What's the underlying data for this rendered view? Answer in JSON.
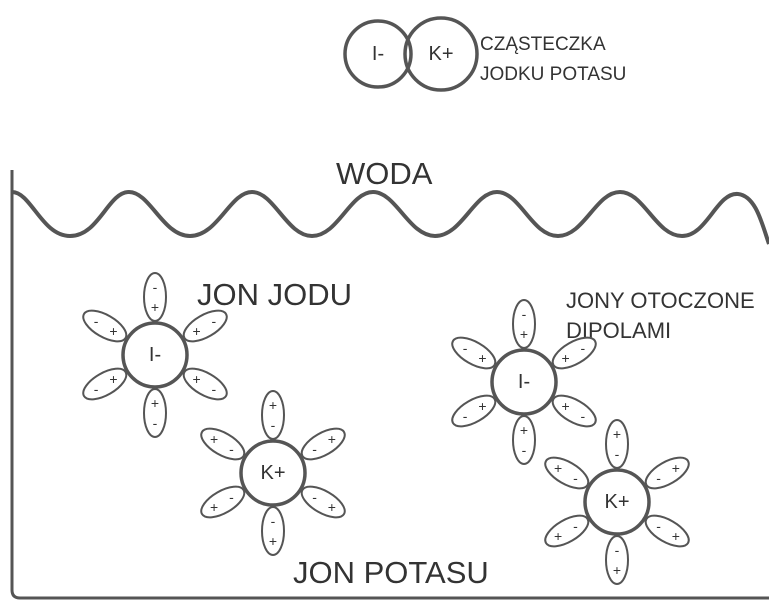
{
  "molecule": {
    "left_ion": "I-",
    "right_ion": "K+",
    "caption_line1": "CZĄSTECZKA",
    "caption_line2": "JODKU POTASU"
  },
  "labels": {
    "water": "WODA",
    "iodide_ion": "JON JODU",
    "potassium_ion": "JON POTASU",
    "surrounded_line1": "JONY OTOCZONE",
    "surrounded_line2": "DIPOLAMI"
  },
  "ions": {
    "iodide": "I-",
    "potassium": "K+"
  },
  "dipole_signs": {
    "plus": "+",
    "minus": "-"
  },
  "colors": {
    "stroke": "#555555",
    "text": "#333333"
  }
}
